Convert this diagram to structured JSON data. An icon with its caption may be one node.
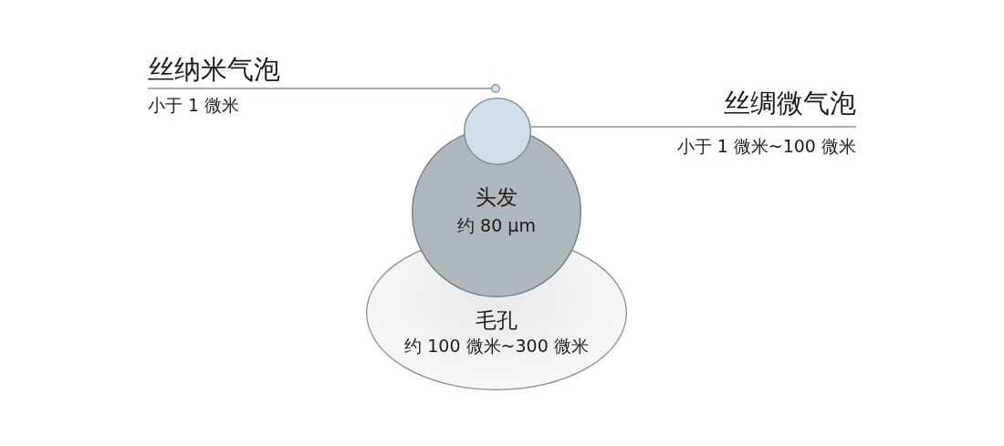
{
  "diagram": {
    "nodes": [
      {
        "text": [
          "丝纳米气泡",
          "小于 1 微米"
        ]
      },
      {
        "text": [],
        "shape": "circle"
      },
      {
        "text": [
          "丝绸微气泡",
          "小于 1 微米~100 微米"
        ]
      },
      {
        "text": [],
        "shape": "circle"
      },
      {
        "text": [
          "头发",
          "约 80 μm"
        ]
      },
      {
        "text": [
          "毛孔",
          "约 100 微米~300 微米"
        ]
      }
    ],
    "edges": [
      {
        "from": 0,
        "to": 1,
        "arrow": "none"
      },
      {
        "from": 2,
        "to": 3,
        "arrow": "none"
      }
    ]
  }
}
